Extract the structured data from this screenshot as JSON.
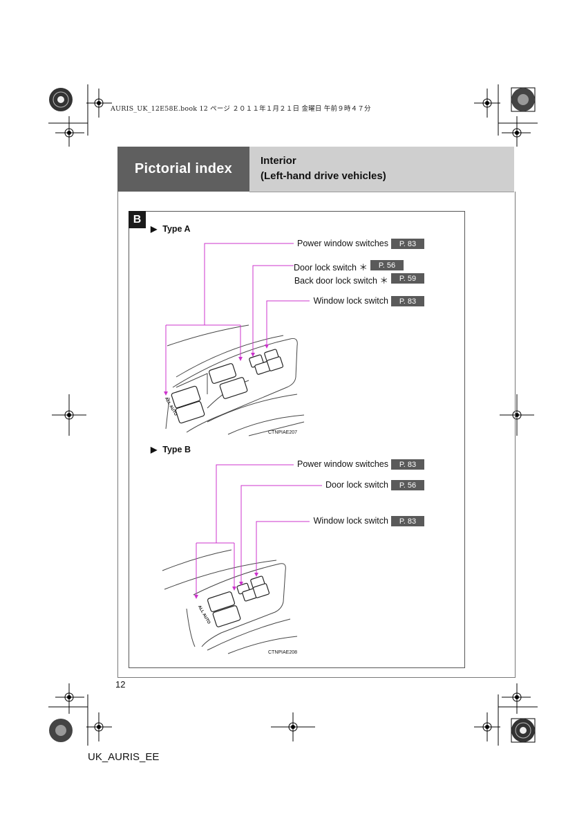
{
  "print_header": "AURIS_UK_12E58E.book  12 ページ  ２０１１年１月２１日  金曜日  午前９時４７分",
  "header": {
    "section_tab": "Pictorial index",
    "title_line1": "Interior",
    "title_line2": "(Left-hand drive vehicles)"
  },
  "badge": "B",
  "type_a": {
    "label": "Type A",
    "callouts": [
      {
        "text": "Power window switches",
        "ref": "P. 83"
      },
      {
        "text": "Door lock switch ＊",
        "ref": "P. 56"
      },
      {
        "text": "Back door lock switch ＊",
        "ref": "P. 59"
      },
      {
        "text": "Window lock switch",
        "ref": "P. 83"
      }
    ],
    "illustration_label": "ALL AUTO",
    "illustration_code": "CTNPIAE207"
  },
  "type_b": {
    "label": "Type B",
    "callouts": [
      {
        "text": "Power window switches",
        "ref": "P. 83"
      },
      {
        "text": "Door lock switch",
        "ref": "P. 56"
      },
      {
        "text": "Window lock switch",
        "ref": "P. 83"
      }
    ],
    "illustration_label": "ALL AUTO",
    "illustration_code": "CTNPIAE208"
  },
  "page_number": "12",
  "doc_code": "UK_AURIS_EE",
  "colors": {
    "leader_line": "#cc33cc",
    "tab_bg": "#5f5f5f",
    "title_bg": "#cfcfcf",
    "ref_bg": "#5a5a5a"
  }
}
